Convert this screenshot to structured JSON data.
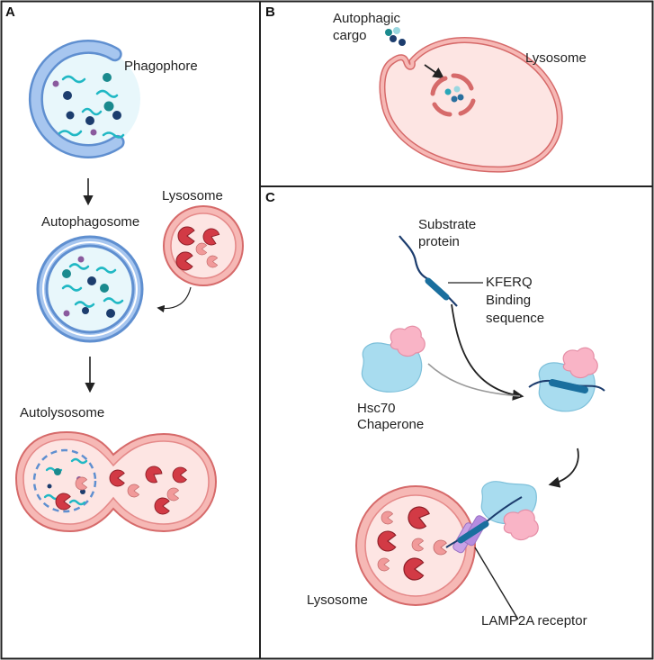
{
  "panels": {
    "a": {
      "letter": "A",
      "phagophore": "Phagophore",
      "autophagosome": "Autophagosome",
      "lysosome": "Lysosome",
      "autolysosome": "Autolysosome"
    },
    "b": {
      "letter": "B",
      "cargo_line1": "Autophagic",
      "cargo_line2": "cargo",
      "lysosome": "Lysosome"
    },
    "c": {
      "letter": "C",
      "substrate_line1": "Substrate",
      "substrate_line2": "protein",
      "kferq_line1": "KFERQ",
      "kferq_line2": "Binding",
      "kferq_line3": "sequence",
      "hsc70_line1": "Hsc70",
      "hsc70_line2": "Chaperone",
      "lysosome": "Lysosome",
      "lamp2a": "LAMP2A receptor"
    }
  },
  "colors": {
    "membrane_blue": "#8fb5e6",
    "lysosome_pink": "#f4a7a5",
    "cargo_teal": "#1fb8c4",
    "chaperone": "#a8dcef",
    "receptor": "#c9a2e6"
  }
}
